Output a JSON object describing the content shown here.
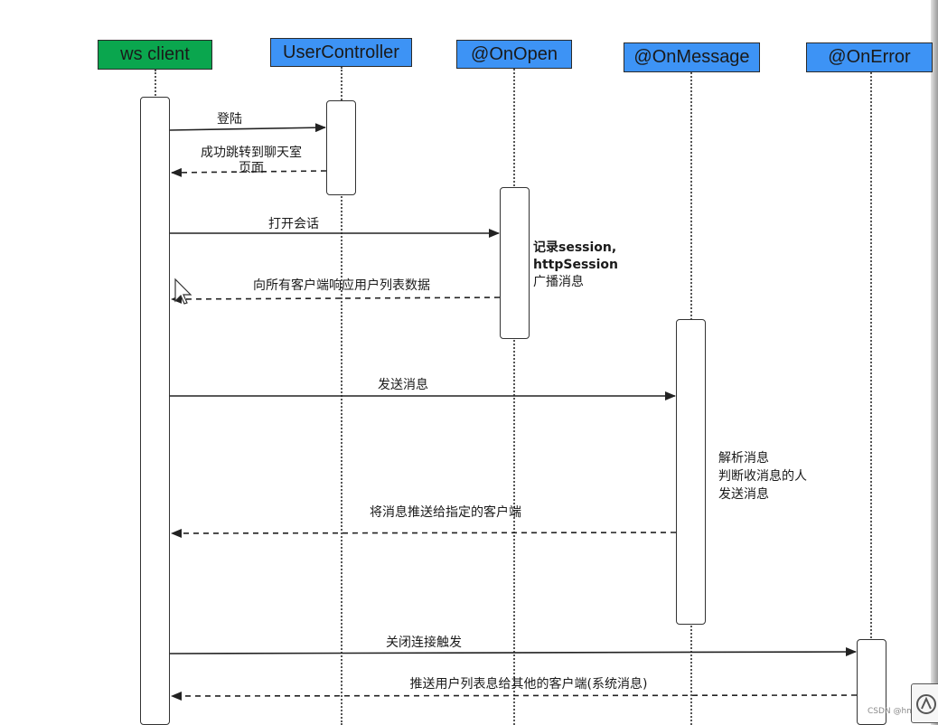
{
  "participants": [
    {
      "id": "ws-client",
      "label": "ws client",
      "color": "#0aa64e"
    },
    {
      "id": "user-controller",
      "label": "UserController",
      "color": "#3d93f5"
    },
    {
      "id": "on-open",
      "label": "@OnOpen",
      "color": "#3d93f5"
    },
    {
      "id": "on-message",
      "label": "@OnMessage",
      "color": "#3d93f5"
    },
    {
      "id": "on-error",
      "label": "@OnError",
      "color": "#3d93f5"
    }
  ],
  "messages": [
    {
      "id": "login",
      "label": "登陆",
      "from": "ws-client",
      "to": "user-controller",
      "style": "solid"
    },
    {
      "id": "login-reply",
      "label": "成功跳转到聊天室",
      "label_line2": "页面",
      "from": "user-controller",
      "to": "ws-client",
      "style": "dashed"
    },
    {
      "id": "open-session",
      "label": "打开会话",
      "from": "ws-client",
      "to": "on-open",
      "style": "solid"
    },
    {
      "id": "open-reply",
      "label": "向所有客户端响应用户列表数据",
      "from": "on-open",
      "to": "ws-client",
      "style": "dashed"
    },
    {
      "id": "send-message",
      "label": "发送消息",
      "from": "ws-client",
      "to": "on-message",
      "style": "solid"
    },
    {
      "id": "message-reply",
      "label": "将消息推送给指定的客户端",
      "from": "on-message",
      "to": "ws-client",
      "style": "dashed"
    },
    {
      "id": "close-connection",
      "label": "关闭连接触发",
      "from": "ws-client",
      "to": "on-error",
      "style": "solid"
    },
    {
      "id": "error-reply",
      "label": "推送用户列表息给其他的客户端(系统消息)",
      "from": "on-error",
      "to": "ws-client",
      "style": "dashed"
    }
  ],
  "notes": {
    "on_open": [
      "记录session,",
      "httpSession",
      "广播消息"
    ],
    "on_message": [
      "解析消息",
      "判断收消息的人",
      "发送消息"
    ]
  },
  "watermark": "CSDN @hmb"
}
